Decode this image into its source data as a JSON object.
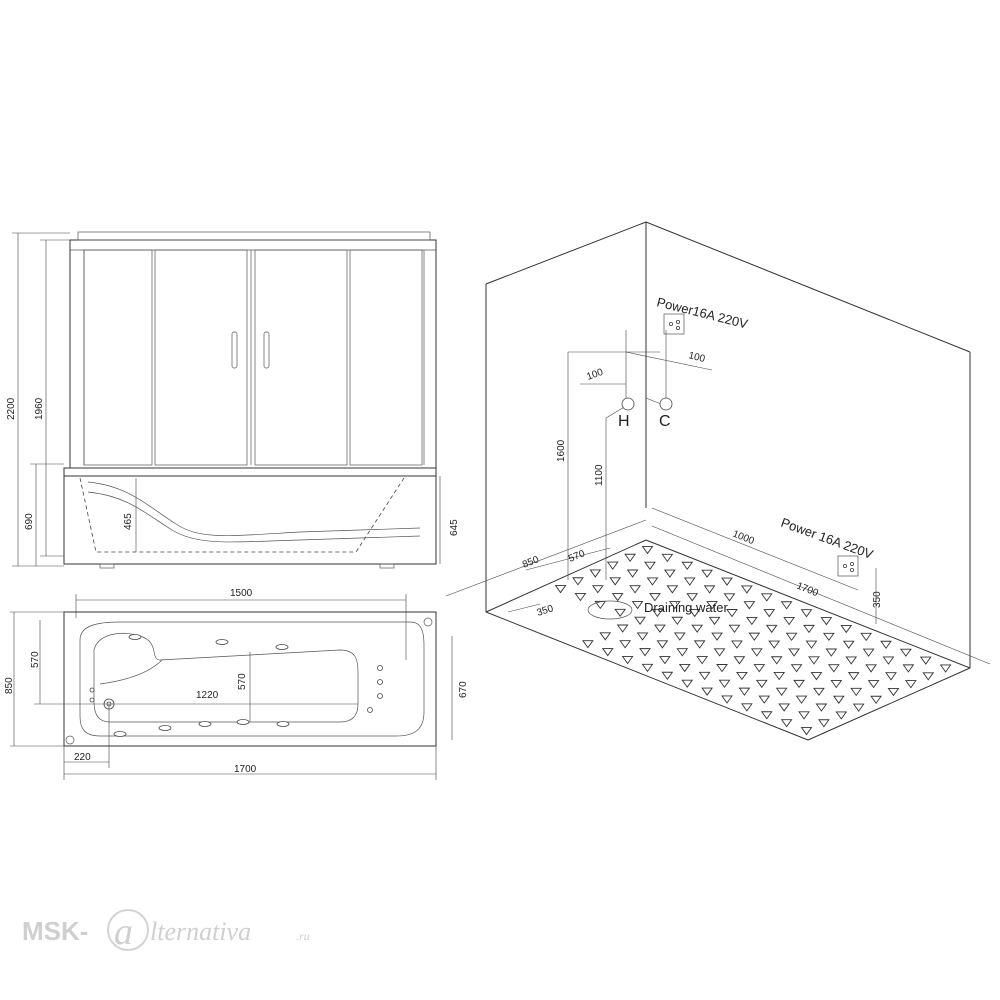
{
  "front_view": {
    "dims": {
      "total_height": "2200",
      "cabin_height": "1960",
      "tub_height": "690",
      "tub_depth": "465",
      "tub_side": "645"
    }
  },
  "plan_view": {
    "dims": {
      "inner_length": "1500",
      "width": "850",
      "inner_width_left": "570",
      "inner_width_center": "570",
      "inner_width_right": "670",
      "inner_span": "1220",
      "drain_offset": "220",
      "total_length": "1700"
    }
  },
  "room_view": {
    "power_top": "Power16A  220V",
    "power_bottom": "Power 16A  220V",
    "hot_label": "H",
    "cold_label": "C",
    "drain_label": "Draining water",
    "dims": {
      "left_offset": "100",
      "right_offset": "100",
      "pipe_height": "1600",
      "tap_height": "1100",
      "floor_width": "850",
      "floor_inner": "570",
      "floor_offset": "1000",
      "floor_length": "1700",
      "socket_height": "350",
      "drain_offset": "350"
    }
  },
  "watermark": {
    "prefix": "MSK-",
    "circle_letter": "a",
    "suffix": "lternativa",
    "domain": ".ru"
  }
}
